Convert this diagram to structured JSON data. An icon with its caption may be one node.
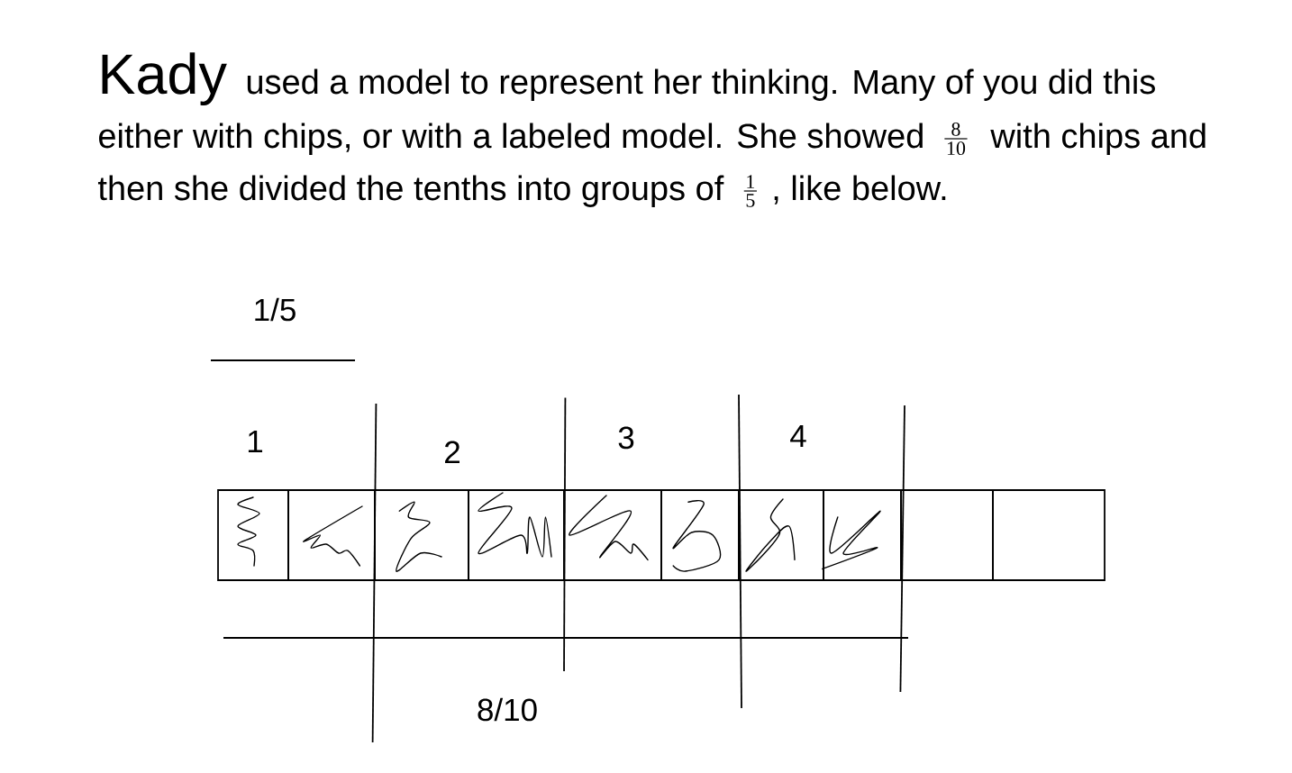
{
  "diagram": {
    "nodes": [
      {
        "text": [],
        "shape": "picture"
      },
      {
        "text": [],
        "shape": "picture"
      },
      {
        "text": [],
        "shape": "picture"
      },
      {
        "text": [],
        "shape": "picture"
      },
      {
        "text": [],
        "shape": "picture"
      },
      {
        "text": [],
        "shape": "picture"
      },
      {
        "text": [],
        "shape": "picture"
      },
      {
        "text": [],
        "shape": "picture"
      },
      {
        "text": [],
        "shape": "box"
      },
      {
        "text": [],
        "shape": "box"
      }
    ],
    "labels": [
      "Kady",
      "used a model to represent her thinking. Many of you did this",
      "either with chips, or with a labeled model. She showed",
      "8",
      "10",
      "with chips and",
      "then she divided the tenths into groups of",
      "1",
      "5",
      ", like below.",
      "1/5",
      "1",
      "2",
      "3",
      "4",
      "8/10"
    ]
  }
}
